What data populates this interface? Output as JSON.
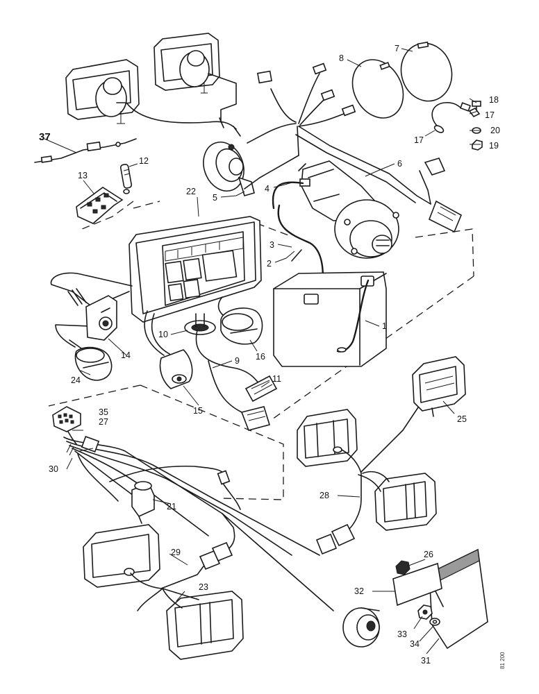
{
  "callouts": {
    "c1": "1",
    "c2": "2",
    "c3": "3",
    "c4": "4",
    "c5": "5",
    "c6": "6",
    "c7": "7",
    "c8": "8",
    "c9": "9",
    "c10": "10",
    "c11": "11",
    "c12": "12",
    "c13": "13",
    "c14": "14",
    "c15": "15",
    "c16": "16",
    "c17a": "17",
    "c17b": "17",
    "c18": "18",
    "c19": "19",
    "c20": "20",
    "c21": "21",
    "c22": "22",
    "c23": "23",
    "c24": "24",
    "c25": "25",
    "c26": "26",
    "c27": "27",
    "c28": "28",
    "c29": "29",
    "c30": "30",
    "c31": "31",
    "c32": "32",
    "c33": "33",
    "c34": "34",
    "c35": "35",
    "c37": "37"
  },
  "reference": "81 200",
  "colors": {
    "ink": "#1a1a1a",
    "paper": "#ffffff"
  }
}
